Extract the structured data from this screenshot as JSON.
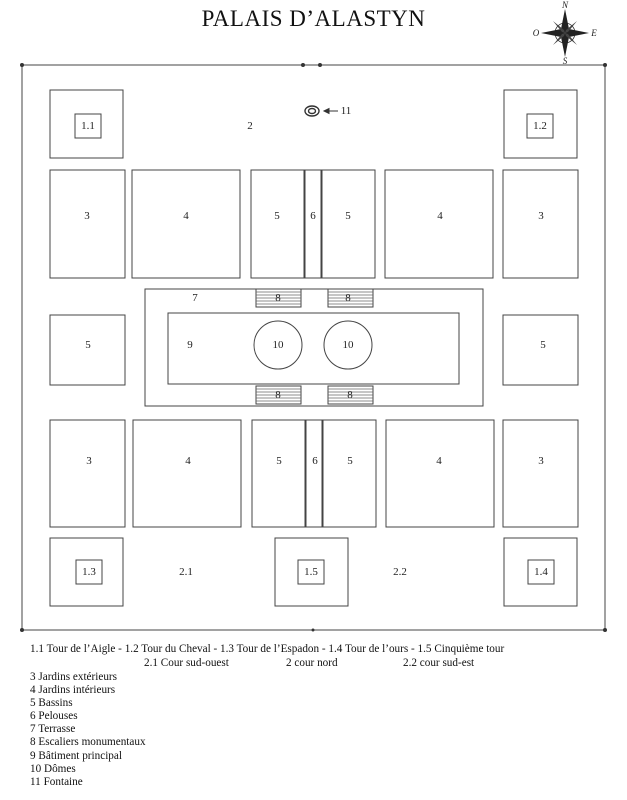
{
  "title": "PALAIS D’ALASTYN",
  "compass": {
    "n": "N",
    "s": "S",
    "e": "E",
    "o": "O"
  },
  "labels": {
    "tower_nw": "1.1",
    "tower_ne": "1.2",
    "tower_sw": "1.3",
    "tower_se": "1.4",
    "tower_5": "1.5",
    "court_north": "2",
    "court_sw": "2.1",
    "court_se": "2.2",
    "outer_garden": "3",
    "inner_garden": "4",
    "basin": "5",
    "lawn": "6",
    "terrace": "7",
    "stairs": "8",
    "main_building": "9",
    "dome": "10",
    "fountain": "11"
  },
  "legend": {
    "line1": "1.1 Tour de l’Aigle    -   1.2 Tour du Cheval   -   1.3 Tour de l’Espadon   -   1.4 Tour de l’ours   -   1.5 Cinquième tour",
    "line2_a": "2.1    Cour sud-ouest",
    "line2_b": "2 cour nord",
    "line2_c": "2.2 cour sud-est",
    "items": [
      "3 Jardins extérieurs",
      "4 Jardins intérieurs",
      "5 Bassins",
      "6 Pelouses",
      "7 Terrasse",
      "8 Escaliers monumentaux",
      "9 Bâtiment principal",
      "10 Dômes",
      "11 Fontaine"
    ]
  }
}
